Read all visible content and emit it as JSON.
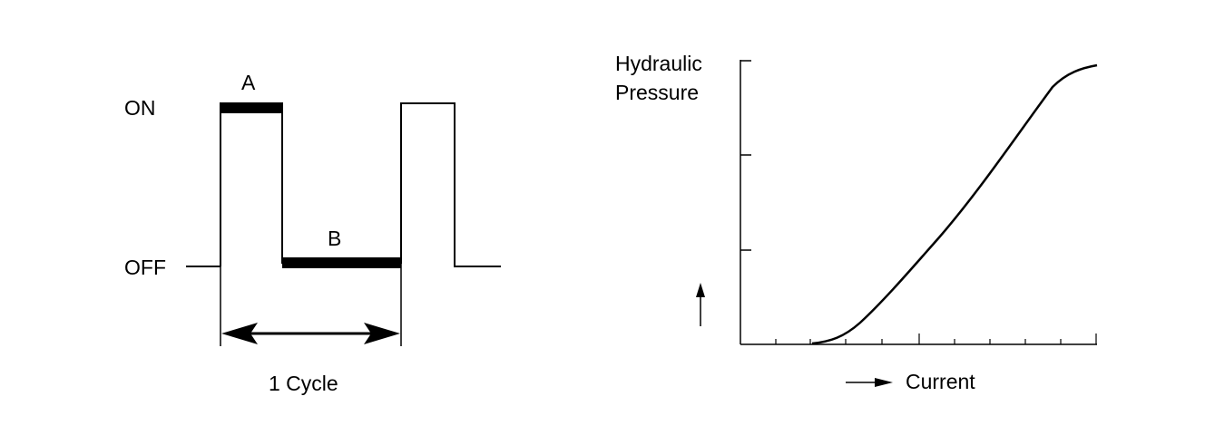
{
  "colors": {
    "ink": "#000000",
    "background": "#ffffff"
  },
  "duty_cycle": {
    "on_label": "ON",
    "off_label": "OFF",
    "segment_a_label": "A",
    "segment_b_label": "B",
    "cycle_label": "1 Cycle"
  },
  "pressure_graph": {
    "y_label_line1": "Hydraulic",
    "y_label_line2": "Pressure",
    "x_label": "Current"
  }
}
